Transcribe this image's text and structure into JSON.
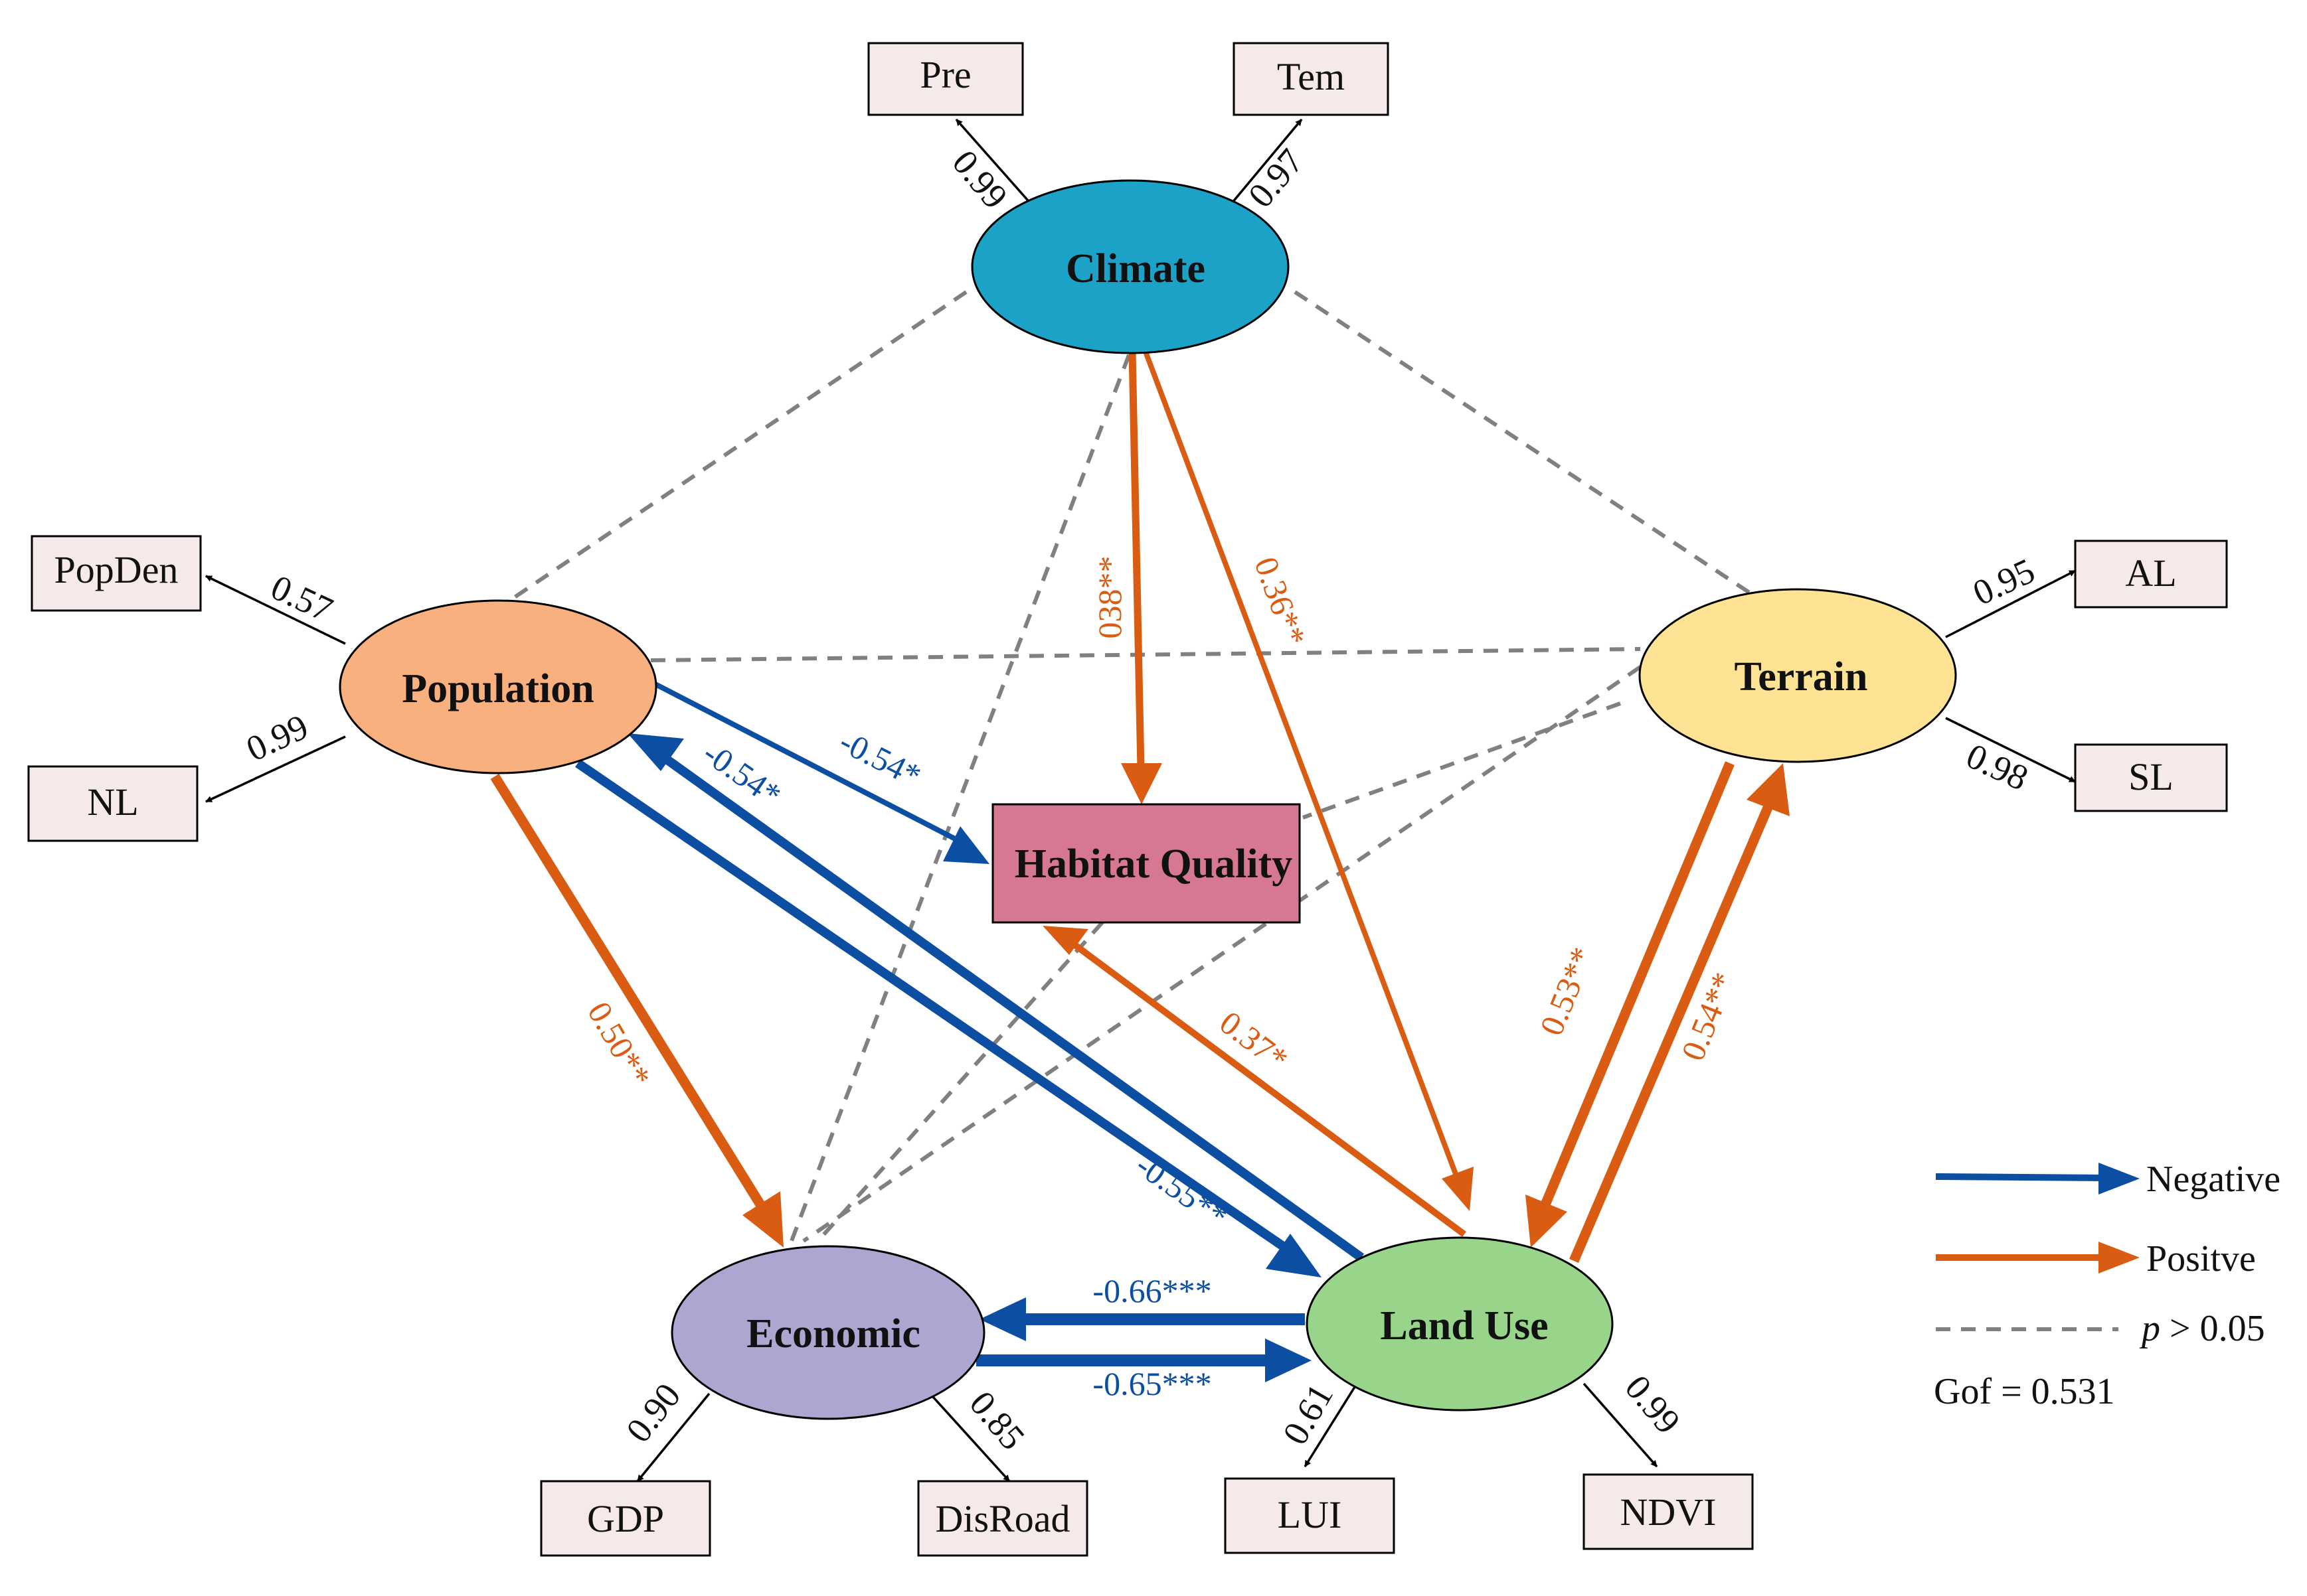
{
  "colors": {
    "negative": "#0c4ea2",
    "positive": "#d95c12",
    "nonsig": "#808080",
    "indicator_fill": "#f5e9e9",
    "climate": "#1ca2c6",
    "population": "#f9b07f",
    "terrain": "#fde393",
    "economic": "#aca7d0",
    "landuse": "#98d48a",
    "habitat": "#d67891"
  },
  "latents": {
    "climate": "Climate",
    "population": "Population",
    "terrain": "Terrain",
    "economic": "Economic",
    "landuse": "Land Use",
    "habitat": "Habitat Quality"
  },
  "indicators": {
    "pre": "Pre",
    "tem": "Tem",
    "popden": "PopDen",
    "nl": "NL",
    "al": "AL",
    "sl": "SL",
    "gdp": "GDP",
    "disroad": "DisRoad",
    "lui": "LUI",
    "ndvi": "NDVI"
  },
  "loadings": {
    "pre": "0.99",
    "tem": "0.97",
    "popden": "0.57",
    "nl": "0.99",
    "al": "0.95",
    "sl": "0.98",
    "gdp": "0.90",
    "disroad": "0.85",
    "lui": "0.61",
    "ndvi": "0.99"
  },
  "paths": {
    "climate_habitat": "038**",
    "climate_landuse": "0.36**",
    "population_habitat": "-0.54*",
    "landuse_population": "-0.54*",
    "population_economic": "0.50**",
    "population_landuse": "-0.55**",
    "landuse_habitat": "0.37*",
    "terrain_landuse": "0.53**",
    "landuse_terrain": "0.54**",
    "landuse_economic": "-0.66***",
    "economic_landuse": "-0.65***"
  },
  "legend": {
    "negative": "Negative",
    "positive": "Positve",
    "p_symbol": "p",
    "p_rest": " > 0.05",
    "gof": "Gof = 0.531"
  }
}
